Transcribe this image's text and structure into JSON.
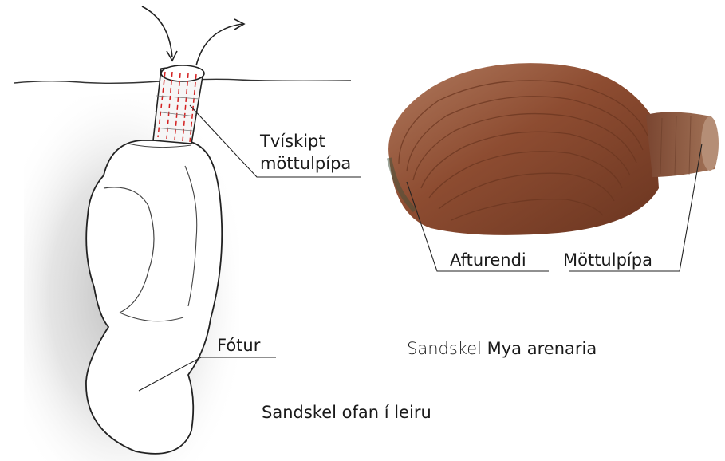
{
  "labels": {
    "siphon_twin_line1": "Tvískipt",
    "siphon_twin_line2": "möttulpípa",
    "foot": "Fótur",
    "posterior": "Afturendi",
    "siphon": "Möttulpípa",
    "species_common": "Sandskel",
    "species_latin": "Mya arenaria",
    "caption_left": "Sandskel ofan í leiru"
  },
  "colors": {
    "line": "#222222",
    "siphon_stripe": "#d42020",
    "shell_brown": "#8a4a2e",
    "shell_dark": "#5a2c18",
    "sediment_shadow": "#c8c8c8"
  }
}
